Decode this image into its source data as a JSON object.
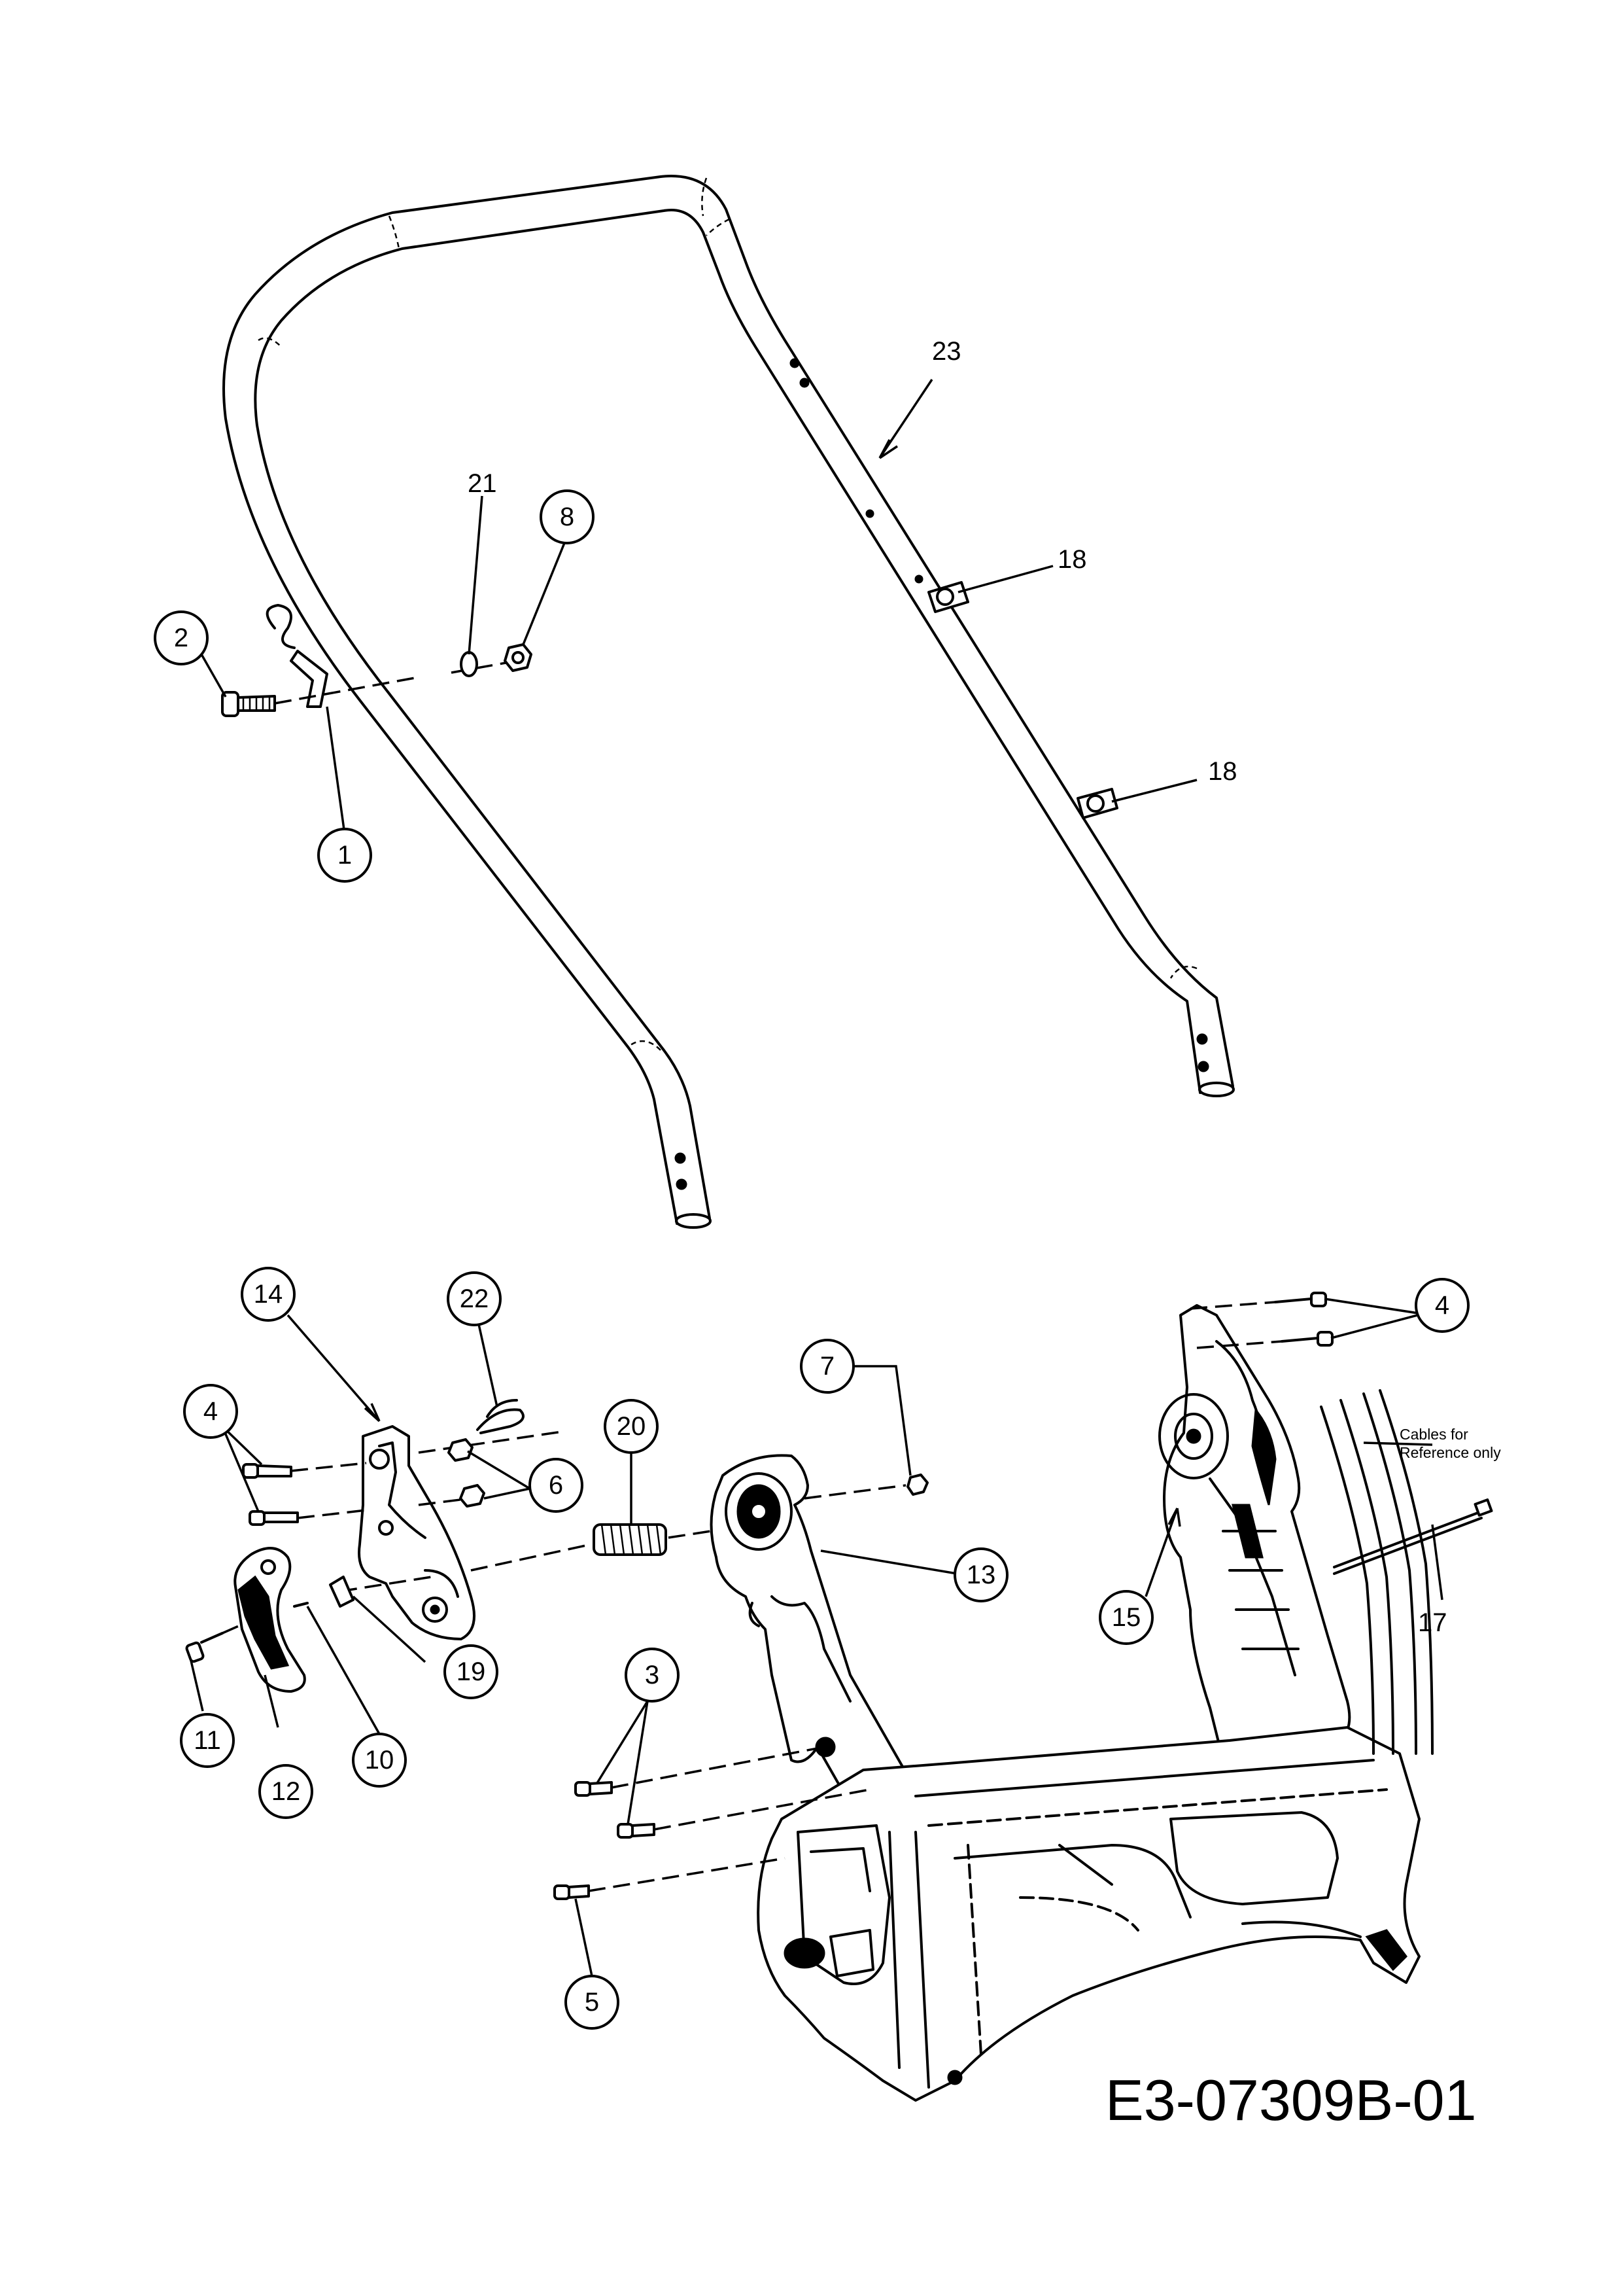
{
  "drawing_code": "E3-07309B-01",
  "note_lines": [
    "Cables for",
    "Reference only"
  ],
  "callouts": {
    "c1": "1",
    "c2": "2",
    "c3": "3",
    "c4a": "4",
    "c4b": "4",
    "c5": "5",
    "c6": "6",
    "c7": "7",
    "c8": "8",
    "c10": "10",
    "c11": "11",
    "c12": "12",
    "c13": "13",
    "c14": "14",
    "c15": "15",
    "c17": "17",
    "c18a": "18",
    "c18b": "18",
    "c19": "19",
    "c20": "20",
    "c21": "21",
    "c22": "22",
    "c23": "23"
  }
}
